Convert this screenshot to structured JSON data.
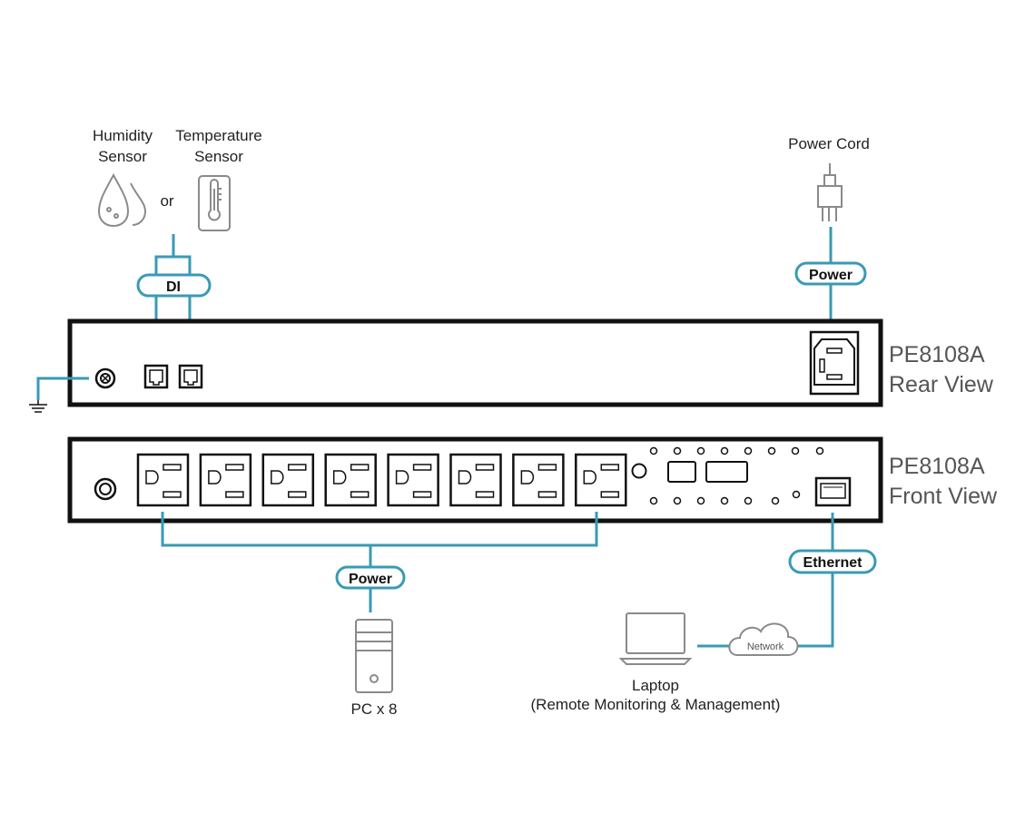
{
  "sensors": {
    "humidity_line1": "Humidity",
    "humidity_line2": "Sensor",
    "or_text": "or",
    "temperature_line1": "Temperature",
    "temperature_line2": "Sensor"
  },
  "power_cord": {
    "label": "Power Cord"
  },
  "connectors": {
    "di": "DI",
    "power_rear": "Power",
    "power_front": "Power",
    "ethernet": "Ethernet"
  },
  "rear_panel": {
    "model": "PE8108A",
    "view": "Rear View"
  },
  "front_panel": {
    "model": "PE8108A",
    "view": "Front View",
    "outlet_count": 8
  },
  "pc": {
    "label": "PC x 8"
  },
  "network": {
    "label": "Network"
  },
  "laptop": {
    "line1": "Laptop",
    "line2": "(Remote Monitoring & Management)"
  },
  "colors": {
    "connector": "#3a9ab5",
    "device_outline": "#111111",
    "icon_gray": "#8a8a8a"
  },
  "icons": [
    "water-drops-icon",
    "thermometer-icon",
    "power-plug-icon",
    "ground-icon",
    "desktop-pc-icon",
    "laptop-icon",
    "cloud-icon"
  ]
}
